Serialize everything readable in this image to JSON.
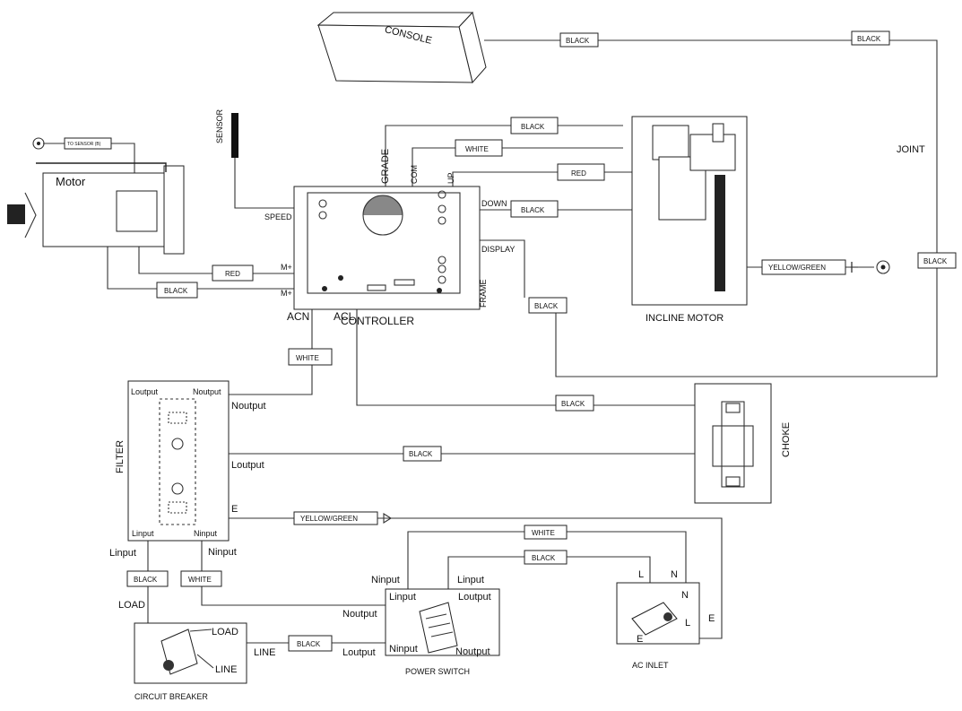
{
  "components": {
    "console": "CONSOLE",
    "motor": "Motor",
    "sensor": "SENSOR",
    "controller": "CONTROLLER",
    "incline_motor": "INCLINE MOTOR",
    "joint": "JOINT",
    "filter": "FILTER",
    "choke": "CHOKE",
    "circuit_breaker": "CIRCUIT BREAKER",
    "power_switch": "POWER SWITCH",
    "ac_inlet": "AC INLET"
  },
  "wire_labels": {
    "console_black_1": "BLACK",
    "console_black_2": "BLACK",
    "joint_black": "BLACK",
    "grade_black": "BLACK",
    "com_white": "WHITE",
    "up_red": "RED",
    "down_black": "BLACK",
    "motor_red": "RED",
    "motor_black": "BLACK",
    "display_black": "BLACK",
    "ground_yellow_green": "YELLOW/GREEN",
    "acn_white": "WHITE",
    "acl_black": "BLACK",
    "choke_black": "BLACK",
    "filter_yellow_green": "YELLOW/GREEN",
    "inlet_white": "WHITE",
    "inlet_black": "BLACK",
    "linput_black": "BLACK",
    "ninput_white": "WHITE",
    "line_black": "BLACK"
  },
  "pin_labels": {
    "grade": "GRADE",
    "com": "COM",
    "up": "UP",
    "down": "DOWN",
    "display": "DISPLAY",
    "frame": "FRAME",
    "speed": "SPEED",
    "m_plus_1": "M+",
    "m_plus_2": "M+",
    "acn": "ACN",
    "acl": "ACL",
    "filter_noutput_top": "Noutput",
    "filter_loutput_top": "Loutput",
    "filter_linput_bottom": "Linput",
    "filter_ninput_bottom": "Ninput",
    "noutput": "Noutput",
    "loutput": "Loutput",
    "e_filter": "E",
    "linput": "Linput",
    "ninput": "Ninput",
    "load": "LOAD",
    "cb_load": "LOAD",
    "cb_line": "LINE",
    "line": "LINE",
    "ps_ninput_top": "Ninput",
    "ps_linput_top": "Linput",
    "ps_noutput": "Noutput",
    "ps_loutput": "Loutput",
    "ps_in_linput": "Linput",
    "ps_in_loutput": "Loutput",
    "ps_in_ninput": "Ninput",
    "ps_in_noutput": "Noutput",
    "inlet_l": "L",
    "inlet_n": "N",
    "inlet_in_n": "N",
    "inlet_in_l": "L",
    "inlet_in_e": "E",
    "inlet_e": "E",
    "motor_tag": "TO SENSOR (B)"
  }
}
